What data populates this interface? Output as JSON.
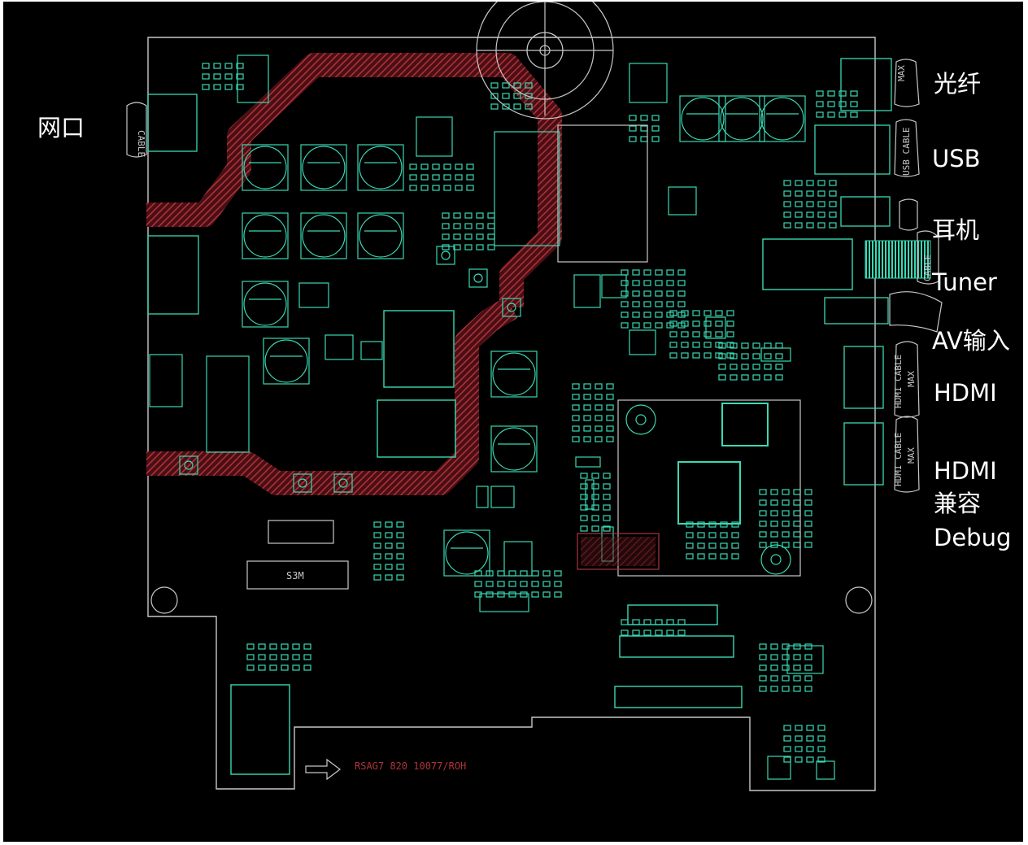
{
  "colors": {
    "background": "#000000",
    "outline": "#c8c8c8",
    "component": "#39d9b4",
    "trace": "#b0333a",
    "label": "#ffffff"
  },
  "labels": {
    "ethernet": "网口",
    "optical": "光纤",
    "usb": "USB",
    "earphone": "耳机",
    "tuner": "Tuner",
    "av_in": "AV输入",
    "hdmi1": "HDMI",
    "hdmi2_line1": "HDMI",
    "hdmi2_line2": "兼容",
    "hdmi2_line3": "Debug"
  },
  "silkscreen": {
    "cable": "CABLE",
    "usb_cable": "USB CABLE",
    "hdmi_cable": "HDMI CABLE",
    "max": "MAX",
    "part_no": "RSAG7 820 10077/ROH",
    "s3m": "S3M"
  }
}
